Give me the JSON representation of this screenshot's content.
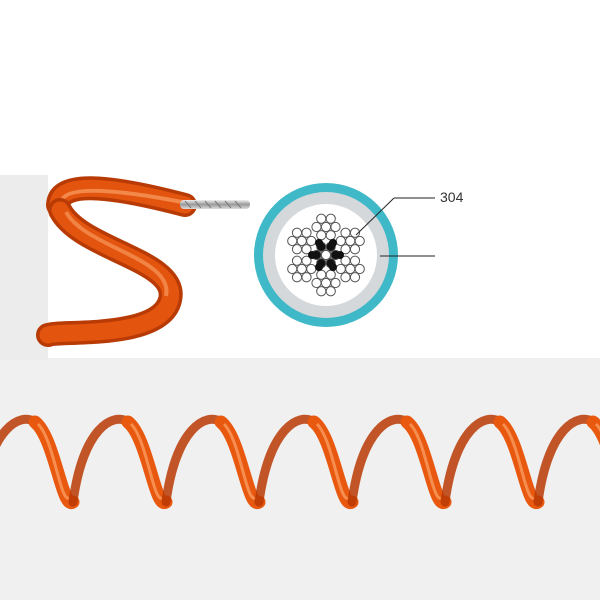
{
  "callout": {
    "label": "304"
  },
  "colors": {
    "cable_orange": "#e8580f",
    "cable_dark": "#b83a05",
    "jacket_blue": "#3fb8c8",
    "insulation_gray": "#d4d8da",
    "background_band": "#f0f0f0"
  },
  "icons": [
    "coiled-cable-photo",
    "bent-cable-photo",
    "wire-rope-cross-section"
  ]
}
